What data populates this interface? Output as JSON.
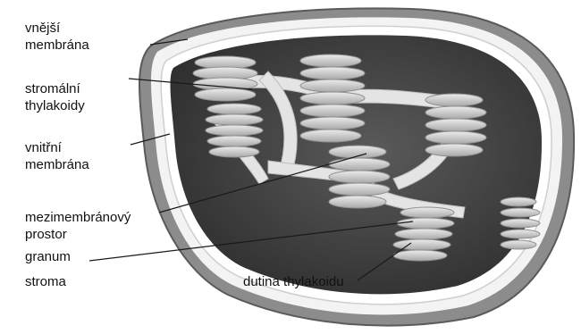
{
  "figure": {
    "labels": {
      "outer_membrane": [
        "vnější",
        "membrána"
      ],
      "stromal_thylakoids": [
        "stromální",
        "thylakoidy"
      ],
      "inner_membrane": [
        "vnitřní",
        "membrána"
      ],
      "intermembrane_space": [
        "mezimembránový",
        "prostor"
      ],
      "granum": "granum",
      "stroma": "stroma",
      "thylakoid_lumen": "dutina thylakoidu"
    },
    "colors": {
      "background": "#ffffff",
      "stroma": "#3f3f3f",
      "membrane": "#f2f2f2",
      "outer_rim": "#8a8a8a",
      "thylakoid": "#d6d6d6",
      "leader_line": "#1a1a1a"
    }
  }
}
